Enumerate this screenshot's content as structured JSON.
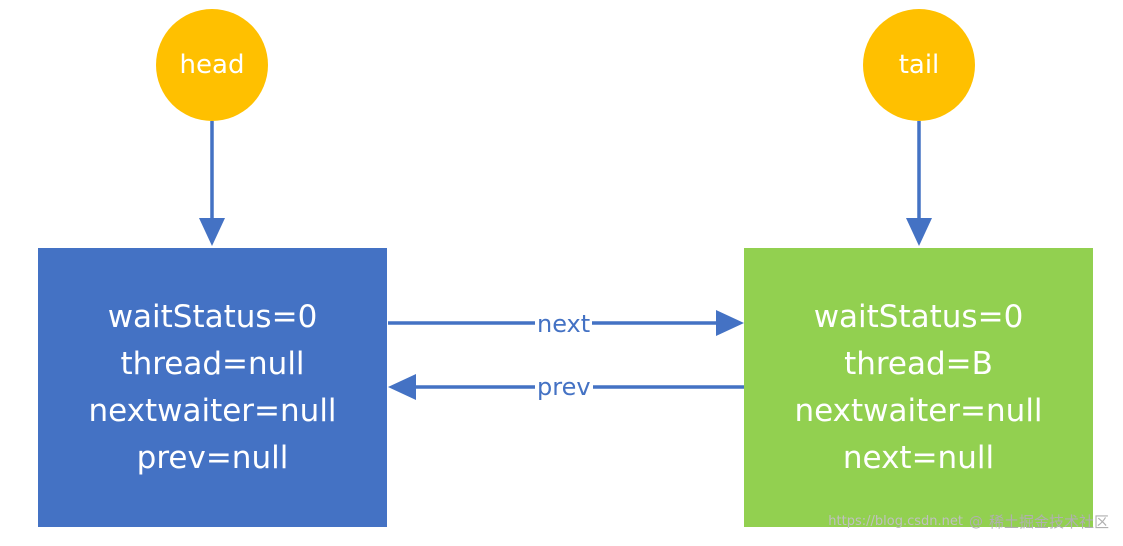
{
  "colors": {
    "pointer_circle": "#FFC000",
    "head_node": "#4472C4",
    "tail_node": "#92D050",
    "arrow": "#4472C4"
  },
  "pointers": {
    "head": "head",
    "tail": "tail"
  },
  "nodes": {
    "left": {
      "lines": [
        "waitStatus=0",
        "thread=null",
        "nextwaiter=null",
        "prev=null"
      ]
    },
    "right": {
      "lines": [
        "waitStatus=0",
        "thread=B",
        "nextwaiter=null",
        "next=null"
      ]
    }
  },
  "edges": {
    "next_label": "next",
    "prev_label": "prev"
  },
  "watermark": {
    "icon": "@",
    "text": "稀土掘金技术社区",
    "url": "https://blog.csdn.net"
  }
}
